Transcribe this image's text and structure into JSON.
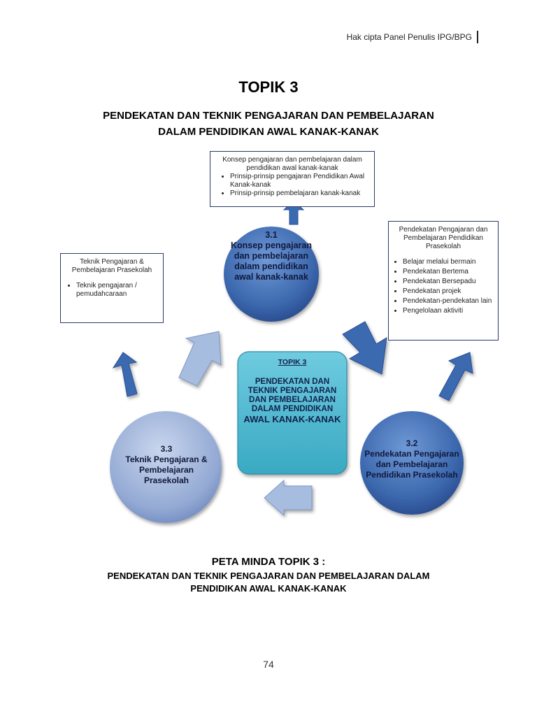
{
  "header": {
    "text": "Hak cipta Panel Penulis IPG/BPG"
  },
  "title": "TOPIK 3",
  "main_title": {
    "line1": "PENDEKATAN DAN TEKNIK PENGAJARAN DAN PEMBELAJARAN",
    "line2": "DALAM PENDIDIKAN AWAL KANAK-KANAK"
  },
  "box_top": {
    "heading": "Konsep pengajaran dan pembelajaran dalam pendidikan awal kanak-kanak",
    "items": [
      "Prinsip-prinsip pengajaran Pendidikan Awal Kanak-kanak",
      "Prinsip-prinsip  pembelajaran kanak-kanak"
    ]
  },
  "box_right": {
    "heading": "Pendekatan Pengajaran dan Pembelajaran Pendidikan Prasekolah",
    "items": [
      "Belajar melalui bermain",
      "Pendekatan Bertema",
      "Pendekatan Bersepadu",
      "Pendekatan projek",
      "Pendekatan-pendekatan lain",
      "Pengelolaan aktiviti"
    ]
  },
  "box_left": {
    "heading": "Teknik Pengajaran & Pembelajaran Prasekolah",
    "items": [
      "Teknik pengajaran / pemudahcaraan"
    ]
  },
  "nodes": {
    "n31": {
      "number": "3.1",
      "text": "Konsep pengajaran dan pembelajaran dalam pendidikan awal kanak-kanak"
    },
    "n32": {
      "number": "3.2",
      "text": "Pendekatan Pengajaran dan Pembelajaran Pendidikan Prasekolah"
    },
    "n33": {
      "number": "3.3",
      "text": "Teknik Pengajaran & Pembelajaran Prasekolah"
    }
  },
  "center": {
    "label": "TOPIK 3",
    "line1": "PENDEKATAN DAN TEKNIK PENGAJARAN DAN PEMBELAJARAN DALAM PENDIDIKAN",
    "line2": "AWAL KANAK-KANAK"
  },
  "peta": {
    "title": "PETA MINDA TOPIK 3 :",
    "line1": "PENDEKATAN DAN TEKNIK PENGAJARAN DAN PEMBELAJARAN DALAM",
    "line2": "PENDIDIKAN AWAL KANAK-KANAK"
  },
  "page_number": "74",
  "colors": {
    "circle_blue": "#3f6fb5",
    "circle_dark": "#2a4e93",
    "circle_light": "#9db2d8",
    "center_fill": "#4bb7cd",
    "arrow_dark": "#3a6bb0",
    "arrow_light": "#9fb8dc",
    "box_border": "#2b3a67"
  }
}
